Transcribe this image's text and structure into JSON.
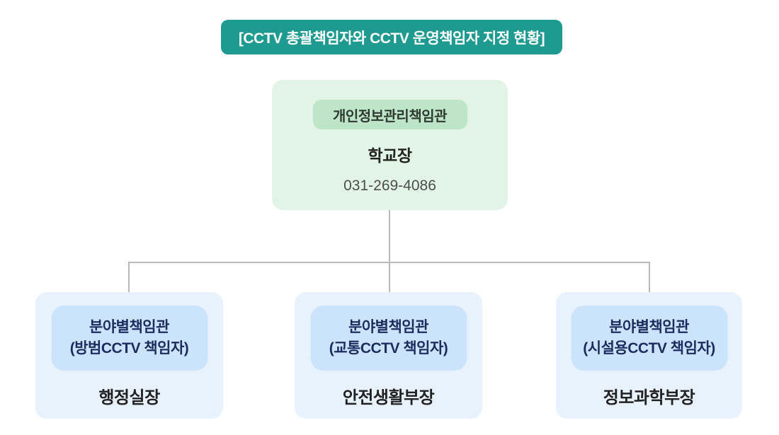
{
  "title": {
    "label": "[CCTV 총괄책임자와 CCTV 운영책임자 지정 현황]"
  },
  "root": {
    "badge": "개인정보관리책임관",
    "name": "학교장",
    "phone": "031-269-4086"
  },
  "children": [
    {
      "badge_line1": "분야별책임관",
      "badge_line2": "(방범CCTV 책임자)",
      "name": "행정실장"
    },
    {
      "badge_line1": "분야별책임관",
      "badge_line2": "(교통CCTV 책임자)",
      "name": "안전생활부장"
    },
    {
      "badge_line1": "분야별책임관",
      "badge_line2": "(시설용CCTV 책임자)",
      "name": "정보과학부장"
    }
  ],
  "colors": {
    "banner_bg": "#1e9a90",
    "banner_text": "#ffffff",
    "root_bg": "#e1f4e5",
    "root_badge_bg": "#bee5c7",
    "child_bg": "#e8f2fd",
    "child_badge_bg": "#cbe4fb",
    "child_badge_text": "#1c2c5e",
    "connector": "#b9b9b9"
  }
}
